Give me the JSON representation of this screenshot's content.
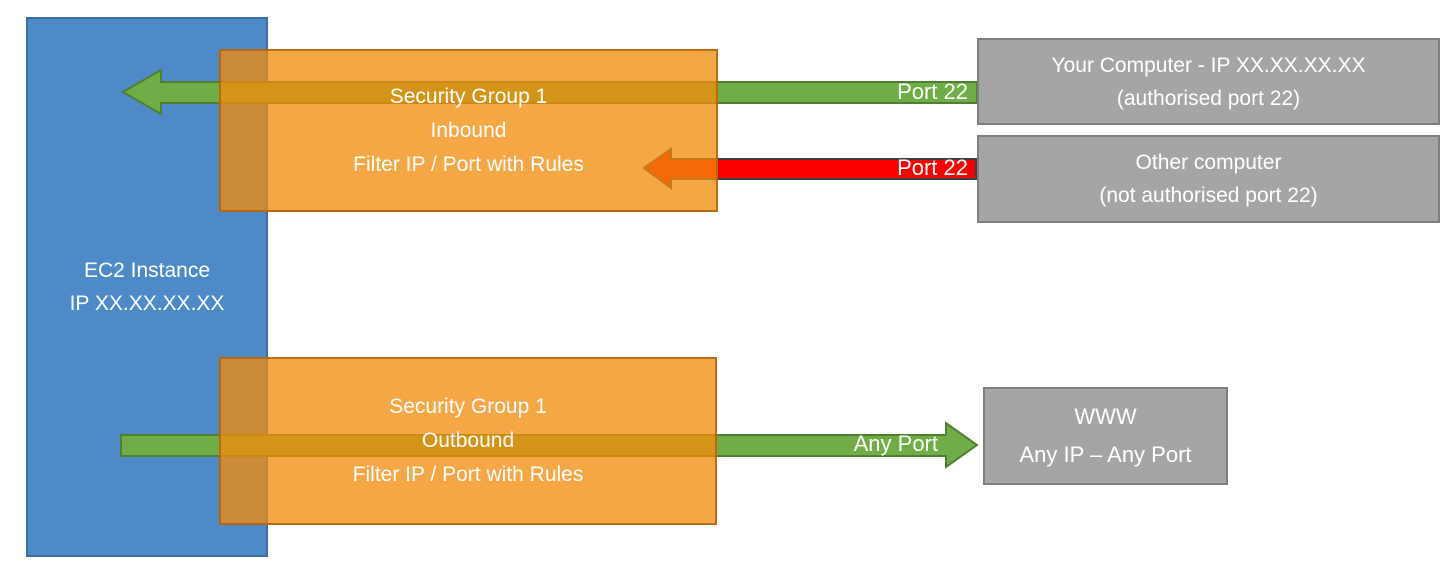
{
  "colors": {
    "blue_fill": "#4E8AC8",
    "blue_border": "#3C6E9F",
    "orange_fill": "rgba(243,139,10,0.76)",
    "orange_border": "rgba(177,98,12,0.85)",
    "green_fill": "#70AD47",
    "green_border": "#507E32",
    "red_fill": "#FA0000",
    "red_border": "#3F3F3F",
    "gray_fill": "#A5A5A5",
    "gray_border": "#7F7F7F",
    "text": "#FFFFFF"
  },
  "ec2": {
    "line1": "EC2 Instance",
    "line2": "IP XX.XX.XX.XX"
  },
  "sg_inbound": {
    "line1": "Security Group 1",
    "line2": "Inbound",
    "line3": "Filter IP / Port with Rules"
  },
  "sg_outbound": {
    "line1": "Security Group 1",
    "line2": "Outbound",
    "line3": "Filter IP / Port with Rules"
  },
  "your_computer": {
    "line1": "Your Computer - IP XX.XX.XX.XX",
    "line2": "(authorised port 22)"
  },
  "other_computer": {
    "line1": "Other computer",
    "line2": "(not authorised port 22)"
  },
  "www": {
    "line1": "WWW",
    "line2": "Any IP – Any Port"
  },
  "labels": {
    "inbound_allowed": "Port 22",
    "inbound_blocked": "Port 22",
    "outbound": "Any Port"
  }
}
